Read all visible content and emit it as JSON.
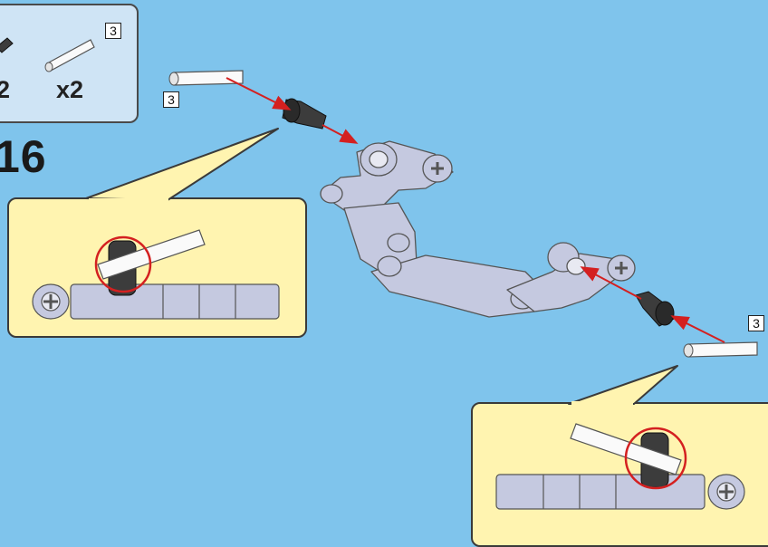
{
  "parts_box": {
    "items": [
      {
        "quantity": "2",
        "icon": "dark-connector-peg-icon"
      },
      {
        "quantity": "x2",
        "icon": "white-axle-icon",
        "length": "3"
      }
    ]
  },
  "step": {
    "number": "16"
  },
  "length_badges": {
    "top_left_axle": "3",
    "right_axle": "3"
  },
  "colors": {
    "background": "#7fc4ec",
    "parts_box": "#cfe4f5",
    "callout": "#fff4b0",
    "arrow": "#d42020",
    "highlight_circle": "#d42020",
    "model_gray": "#c5c9e0",
    "connector_dark": "#3c3c3c"
  }
}
